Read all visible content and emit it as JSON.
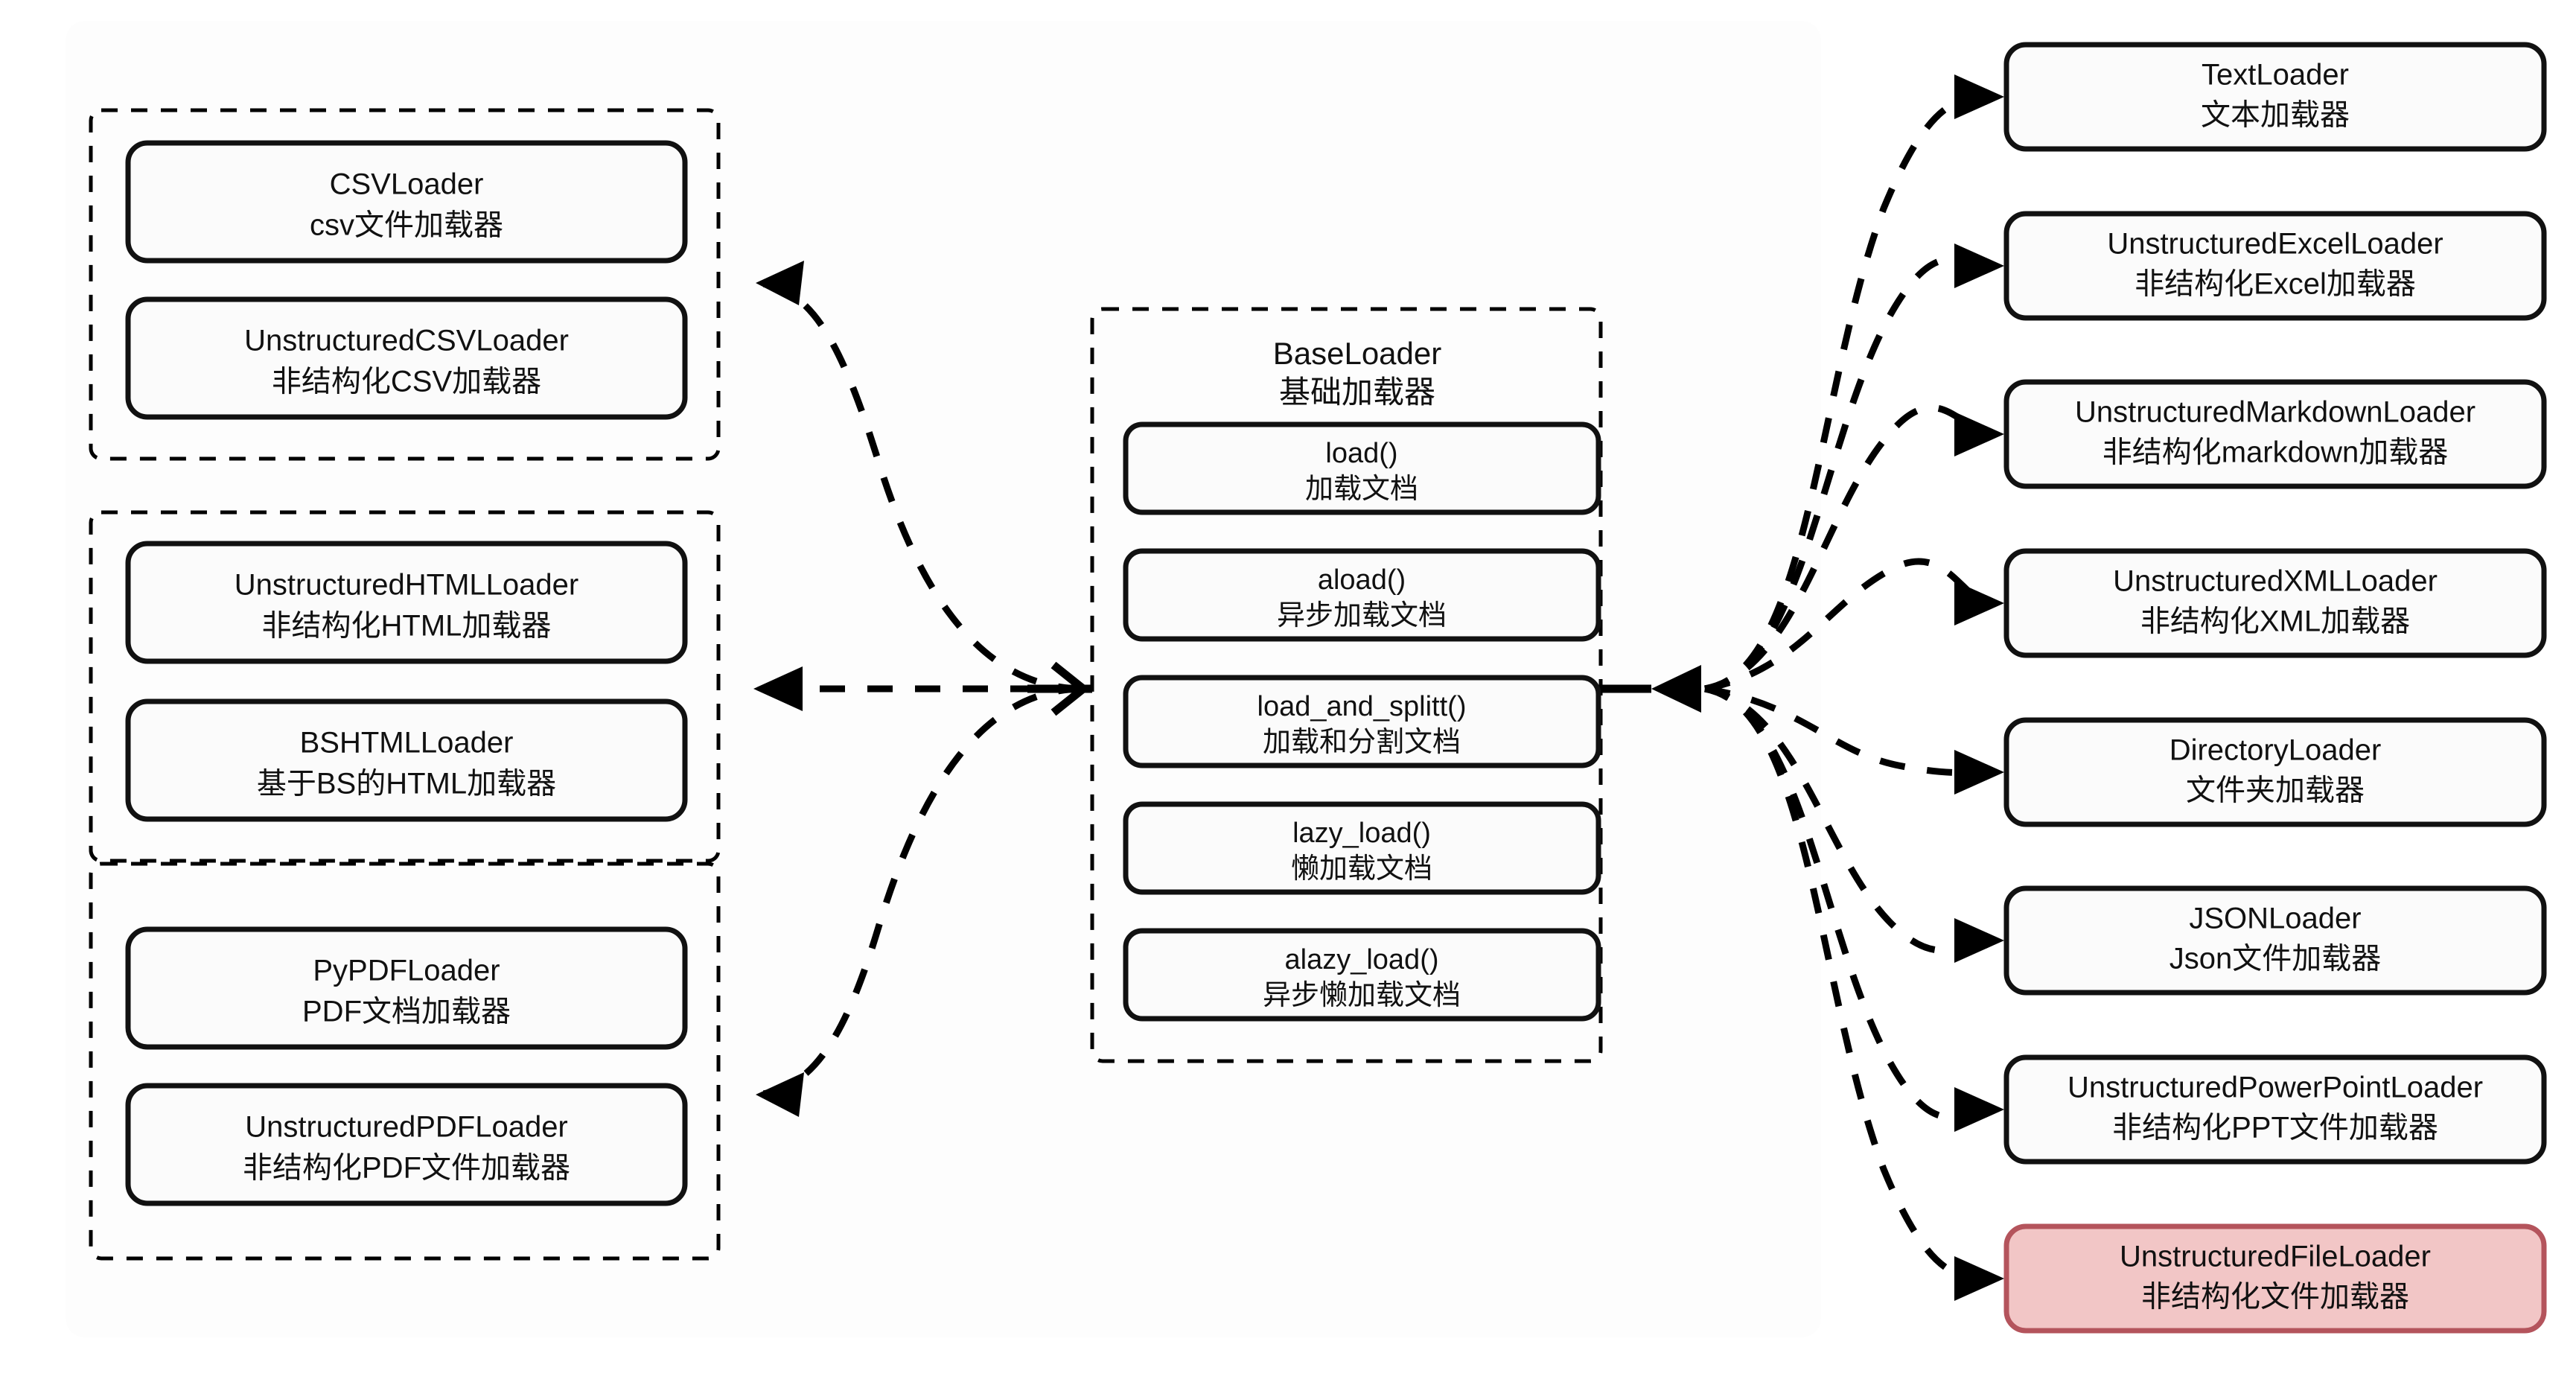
{
  "diagram": {
    "type": "hierarchy",
    "title": "BaseLoader",
    "center": {
      "name": "BaseLoader",
      "title": "BaseLoader",
      "subtitle": "基础加载器",
      "methods": [
        {
          "title": "load()",
          "subtitle": "加载文档"
        },
        {
          "title": "aload()",
          "subtitle": "异步加载文档"
        },
        {
          "title": "load_and_splitt()",
          "subtitle": "加载和分割文档"
        },
        {
          "title": "lazy_load()",
          "subtitle": "懒加载文档"
        },
        {
          "title": "alazy_load()",
          "subtitle": "异步懒加载文档"
        }
      ]
    },
    "left_groups": [
      {
        "group": "csv-group",
        "items": [
          {
            "title": "CSVLoader",
            "subtitle": "csv文件加载器"
          },
          {
            "title": "UnstructuredCSVLoader",
            "subtitle": "非结构化CSV加载器"
          }
        ]
      },
      {
        "group": "html-group",
        "items": [
          {
            "title": "UnstructuredHTMLLoader",
            "subtitle": "非结构化HTML加载器"
          },
          {
            "title": "BSHTMLLoader",
            "subtitle": "基于BS的HTML加载器"
          }
        ]
      },
      {
        "group": "pdf-group",
        "items": [
          {
            "title": "PyPDFLoader",
            "subtitle": "PDF文档加载器"
          },
          {
            "title": "UnstructuredPDFLoader",
            "subtitle": "非结构化PDF文件加载器"
          }
        ]
      }
    ],
    "right_items": [
      {
        "title": "TextLoader",
        "subtitle": "文本加载器",
        "highlight": false
      },
      {
        "title": "UnstructuredExcelLoader",
        "subtitle": "非结构化Excel加载器",
        "highlight": false
      },
      {
        "title": "UnstructuredMarkdownLoader",
        "subtitle": "非结构化markdown加载器",
        "highlight": false
      },
      {
        "title": "UnstructuredXMLLoader",
        "subtitle": "非结构化XML加载器",
        "highlight": false
      },
      {
        "title": "DirectoryLoader",
        "subtitle": "文件夹加载器",
        "highlight": false
      },
      {
        "title": "JSONLoader",
        "subtitle": "Json文件加载器",
        "highlight": false
      },
      {
        "title": "UnstructuredPowerPointLoader",
        "subtitle": "非结构化PPT文件加载器",
        "highlight": false
      },
      {
        "title": "UnstructuredFileLoader",
        "subtitle": "非结构化文件加载器",
        "highlight": true
      }
    ],
    "colors": {
      "node_fill": "#fbfbfb",
      "node_stroke": "#111111",
      "highlight_fill": "#f2c6c6",
      "highlight_stroke": "#b4545c",
      "panel_fill": "#fdfdfd",
      "edge_stroke": "#000000",
      "text": "#111111"
    }
  }
}
